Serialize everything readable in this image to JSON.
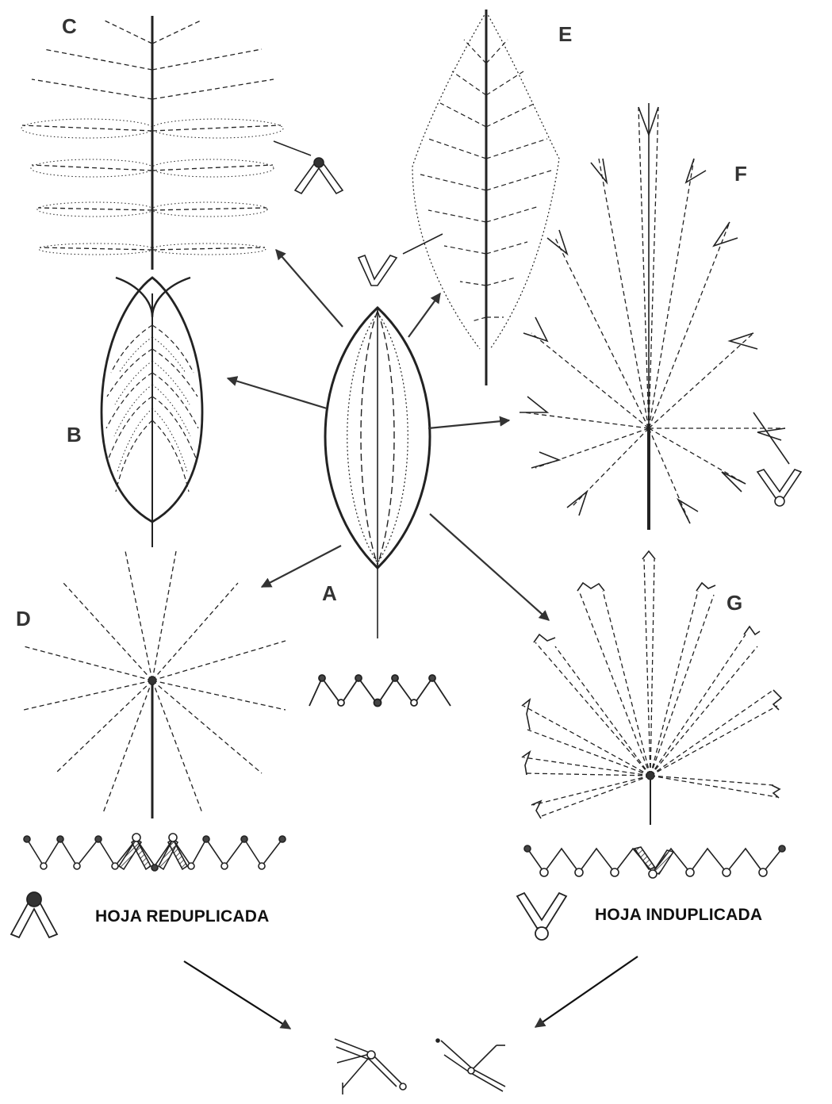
{
  "panels": {
    "a": "A",
    "b": "B",
    "c": "C",
    "d": "D",
    "e": "E",
    "f": "F",
    "g": "G"
  },
  "legend": {
    "reduplicate": "HOJA REDUPLICADA",
    "induplicate": "HOJA INDUPLICADA"
  },
  "colors": {
    "ink": "#222222",
    "line": "#333333",
    "hatch": "#555555"
  }
}
